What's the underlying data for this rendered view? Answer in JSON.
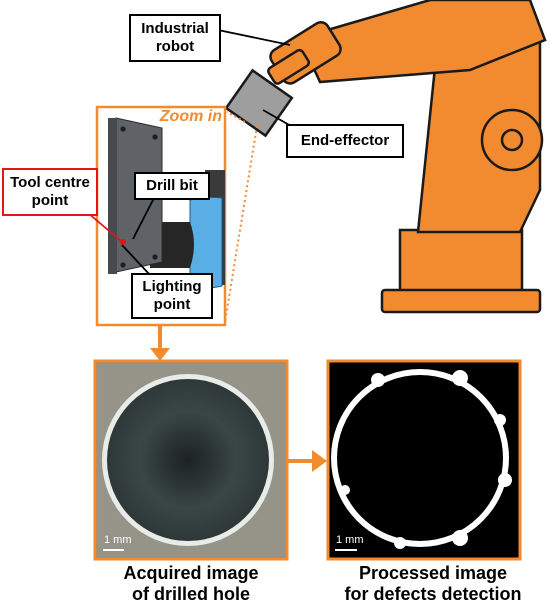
{
  "labels": {
    "industrial_robot": "Industrial\nrobot",
    "end_effector": "End-effector",
    "zoom_in": "Zoom in",
    "tool_centre_point": "Tool centre\npoint",
    "drill_bit": "Drill bit",
    "lighting_point": "Lighting\npoint"
  },
  "captions": {
    "acquired": "Acquired image\nof drilled hole",
    "processed": "Processed image\nfor defects detection"
  },
  "scale_bar": "1 mm",
  "colors": {
    "robot_orange": "#f28a2f",
    "outline": "#1a1a1a",
    "end_effector_gray": "#9e9e9e",
    "tool_centre_red": "#e0161b",
    "light_blue": "#5aaee6",
    "zoom_frame": "#f28a2f"
  }
}
